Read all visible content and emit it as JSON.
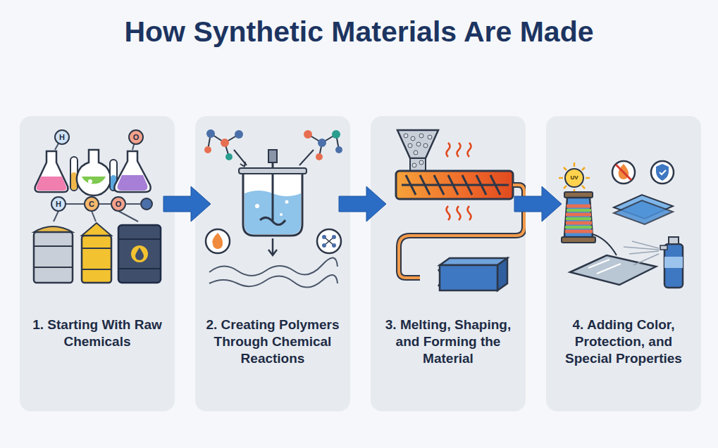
{
  "diagram": {
    "title": "How Synthetic Materials Are Made",
    "nodes": [
      {
        "text": [
          "1. Starting With Raw Chemicals"
        ]
      },
      {
        "text": [
          "2. Creating Polymers Through Chemical Reactions"
        ]
      },
      {
        "text": [
          "3. Melting, Shaping, and Forming the Material"
        ]
      },
      {
        "text": [
          "4. Adding Color, Protection, and Special Properties"
        ]
      }
    ],
    "edges": [
      {
        "from": 0,
        "to": 1,
        "arrow": "to"
      },
      {
        "from": 1,
        "to": 2,
        "arrow": "to"
      },
      {
        "from": 2,
        "to": 3,
        "arrow": "to"
      }
    ],
    "labels": [
      "H",
      "O",
      "H",
      "C",
      "O",
      "UV"
    ]
  }
}
